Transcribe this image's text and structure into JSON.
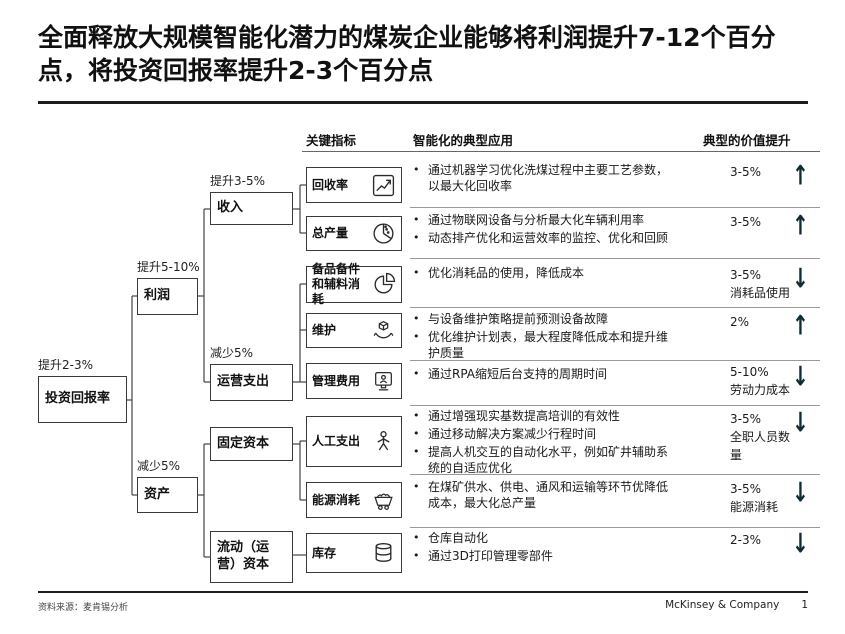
{
  "colors": {
    "text": "#1a1a1a",
    "box_border": "#3a3a3a",
    "separator": "#9a9a9a",
    "rule": "#1c1c1c"
  },
  "title": "全面释放大规模智能化潜力的煤炭企业能够将利润提升7-12个百分点，将投资回报率提升2-3个百分点",
  "table_headers": {
    "indicator": "关键指标",
    "application": "智能化的典型应用",
    "value": "典型的价值提升"
  },
  "tree": {
    "roi": {
      "label": "投资回报率",
      "change": "提升2-3%"
    },
    "profit": {
      "label": "利润",
      "change": "提升5-10%"
    },
    "assets": {
      "label": "资产",
      "change": "减少5%"
    },
    "revenue": {
      "label": "收入",
      "change": "提升3-5%"
    },
    "opex": {
      "label": "运营支出",
      "change": "减少5%"
    },
    "fixed_capital": {
      "label": "固定资本"
    },
    "working_capital": {
      "label": "流动（运营）资本"
    }
  },
  "rows": [
    {
      "indicator": "回收率",
      "icon": "trend-chart-icon",
      "bullets": [
        "通过机器学习优化洗煤过程中主要工艺参数，以最大化回收率"
      ],
      "value": "3-5%",
      "value_note": "",
      "arrow": "↑"
    },
    {
      "indicator": "总产量",
      "icon": "pie-chart-icon",
      "bullets": [
        "通过物联网设备与分析最大化车辆利用率",
        "动态排产优化和运营效率的监控、优化和回顾"
      ],
      "value": "3-5%",
      "value_note": "",
      "arrow": "↑"
    },
    {
      "indicator": "备品备件和辅料消耗",
      "icon": "donut-quarter-icon",
      "bullets": [
        "优化消耗品的使用，降低成本"
      ],
      "value": "3-5%",
      "value_note": "消耗品使用",
      "arrow": "↓"
    },
    {
      "indicator": "维护",
      "icon": "hands-holding-box-icon",
      "bullets": [
        "与设备维护策略提前预测设备故障",
        "优化维护计划表，最大程度降低成本和提升维护质量"
      ],
      "value": "2%",
      "value_note": "",
      "arrow": "↑"
    },
    {
      "indicator": "管理费用",
      "icon": "monitor-person-icon",
      "bullets": [
        "通过RPA缩短后台支持的周期时间"
      ],
      "value": "5-10%",
      "value_note": "劳动力成本",
      "arrow": "↓"
    },
    {
      "indicator": "人工支出",
      "icon": "person-icon",
      "bullets": [
        "通过增强现实基数提高培训的有效性",
        "通过移动解决方案减少行程时间",
        "提高人机交互的自动化水平，例如矿井辅助系统的自适应优化"
      ],
      "value": "3-5%",
      "value_note": "全职人员数量",
      "arrow": "↓"
    },
    {
      "indicator": "能源消耗",
      "icon": "mine-cart-icon",
      "bullets": [
        "在煤矿供水、供电、通风和运输等环节优降低成本，最大化总产量"
      ],
      "value": "3-5%",
      "value_note": "能源消耗",
      "arrow": "↓"
    },
    {
      "indicator": "库存",
      "icon": "database-icon",
      "bullets": [
        "仓库自动化",
        "通过3D打印管理零部件"
      ],
      "value": "2-3%",
      "value_note": "",
      "arrow": "↓"
    }
  ],
  "footer": {
    "source": "资料来源：麦肯锡分析",
    "brand": "McKinsey & Company",
    "page": "1"
  }
}
